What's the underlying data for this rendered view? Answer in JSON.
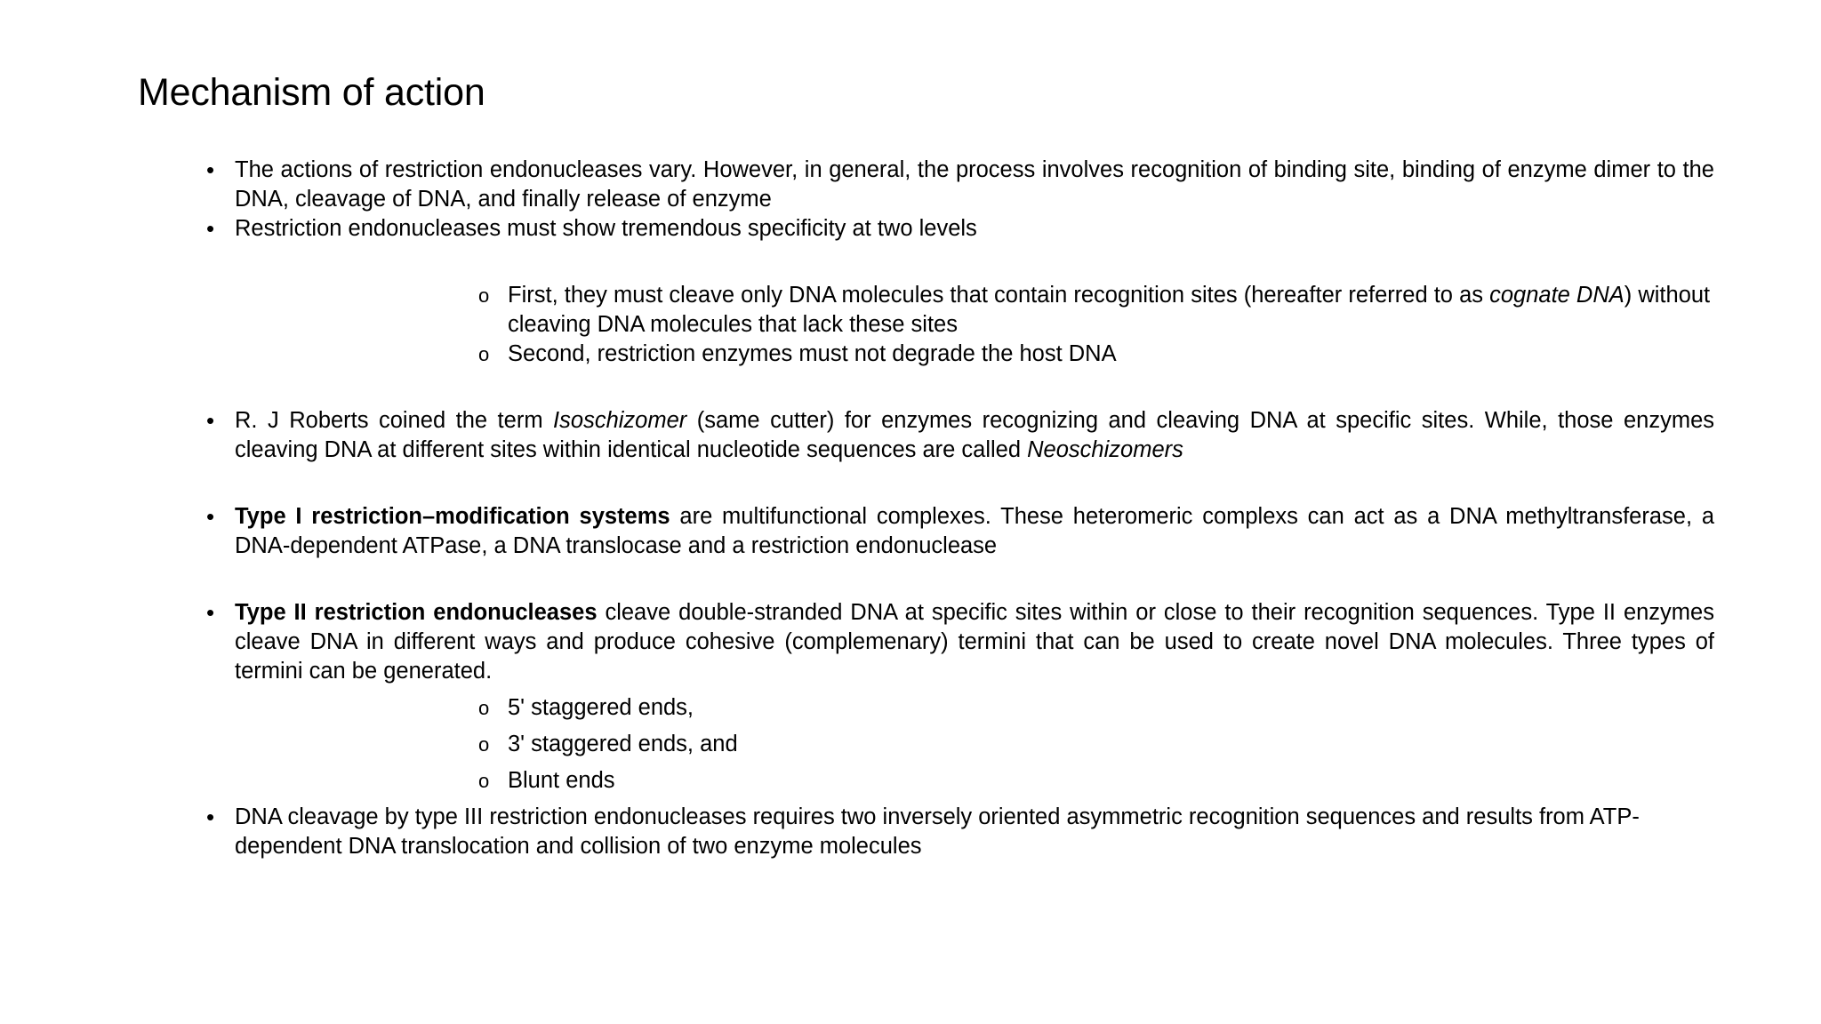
{
  "slide": {
    "title": "Mechanism of action",
    "bullet_marker": "•",
    "sub_marker": "o",
    "blocks": [
      {
        "id": "b1",
        "level": 1,
        "text": "The actions of restriction endonucleases vary. However, in general, the process involves recognition of binding site, binding of enzyme dimer to the DNA, cleavage of DNA, and finally release of enzyme"
      },
      {
        "id": "b2",
        "level": 1,
        "text": " Restriction endonucleases must show tremendous specificity at two levels"
      },
      {
        "id": "b3",
        "level": 2,
        "text_pre": "First, they must cleave only DNA molecules that contain recognition sites (hereafter referred to as ",
        "text_italic": "cognate DNA",
        "text_post": ") without cleaving DNA molecules that lack these sites"
      },
      {
        "id": "b4",
        "level": 2,
        "text": "Second, restriction enzymes must not degrade the host DNA"
      },
      {
        "id": "b5",
        "level": 1,
        "text_pre": "R. J Roberts coined the term ",
        "text_italic": "Isoschizomer",
        "text_mid": " (same cutter) for enzymes recognizing and cleaving DNA at specific sites. While, those enzymes cleaving DNA at different sites within identical nucleotide sequences are called ",
        "text_italic2": "Neoschizomers"
      },
      {
        "id": "b6",
        "level": 1,
        "text_bold": "Type I restriction–modification systems",
        "text_post": " are multifunctional complexes. These heteromeric complexs can act as a DNA methyltransferase, a DNA-dependent ATPase, a DNA translocase and a restriction endonuclease"
      },
      {
        "id": "b7",
        "level": 1,
        "text_bold": "Type II restriction endonucleases",
        "text_post": " cleave double-stranded DNA at specific sites within or close to their recognition sequences. Type II enzymes cleave DNA in different ways and produce cohesive (complemenary) termini that can be used to create novel DNA molecules. Three types of termini can be generated."
      },
      {
        "id": "b8",
        "level": 2,
        "text": "5' staggered ends,"
      },
      {
        "id": "b9",
        "level": 2,
        "text": "3' staggered ends, and"
      },
      {
        "id": "b10",
        "level": 2,
        "text": "Blunt ends"
      },
      {
        "id": "b11",
        "level": 1,
        "text": "DNA cleavage by type III restriction endonucleases requires two inversely oriented asymmetric recognition sequences and results from ATP-dependent DNA translocation and collision of two enzyme molecules"
      }
    ]
  },
  "colors": {
    "background": "#ffffff",
    "text": "#000000"
  }
}
